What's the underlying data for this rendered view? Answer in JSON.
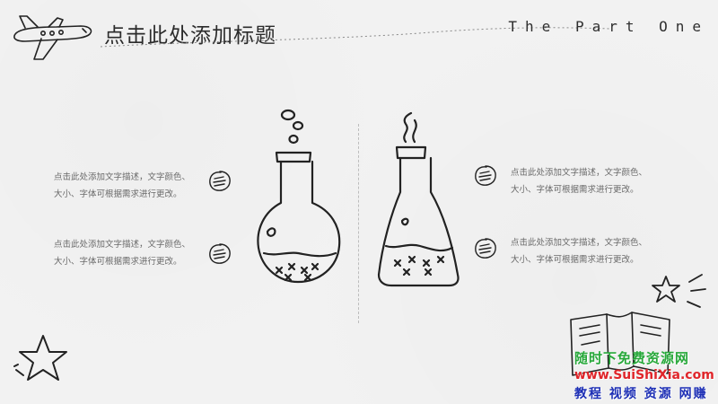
{
  "slide": {
    "title": "点击此处添加标题",
    "part_label": "The Part One"
  },
  "descriptions": [
    {
      "line1": "点击此处添加文字描述，文字颜色、",
      "line2": "大小、字体可根据需求进行更改。"
    },
    {
      "line1": "点击此处添加文字描述，文字颜色、",
      "line2": "大小、字体可根据需求进行更改。"
    },
    {
      "line1": "点击此处添加文字描述，文字颜色、",
      "line2": "大小、字体可根据需求进行更改。"
    },
    {
      "line1": "点击此处添加文字描述，文字颜色、",
      "line2": "大小、字体可根据需求进行更改。"
    }
  ],
  "watermark": {
    "line1": "随时下免费资源网",
    "line2": "www.SuiShiXia.com",
    "line3": "教程 视频 资源 网赚"
  },
  "icons": [
    "airplane-icon",
    "round-flask-icon",
    "conical-flask-icon",
    "scribble-circle-icon",
    "star-icon",
    "book-icon"
  ],
  "colors": {
    "background": "#f2f2f2",
    "ink": "#222222",
    "text": "#6a6a6a"
  }
}
